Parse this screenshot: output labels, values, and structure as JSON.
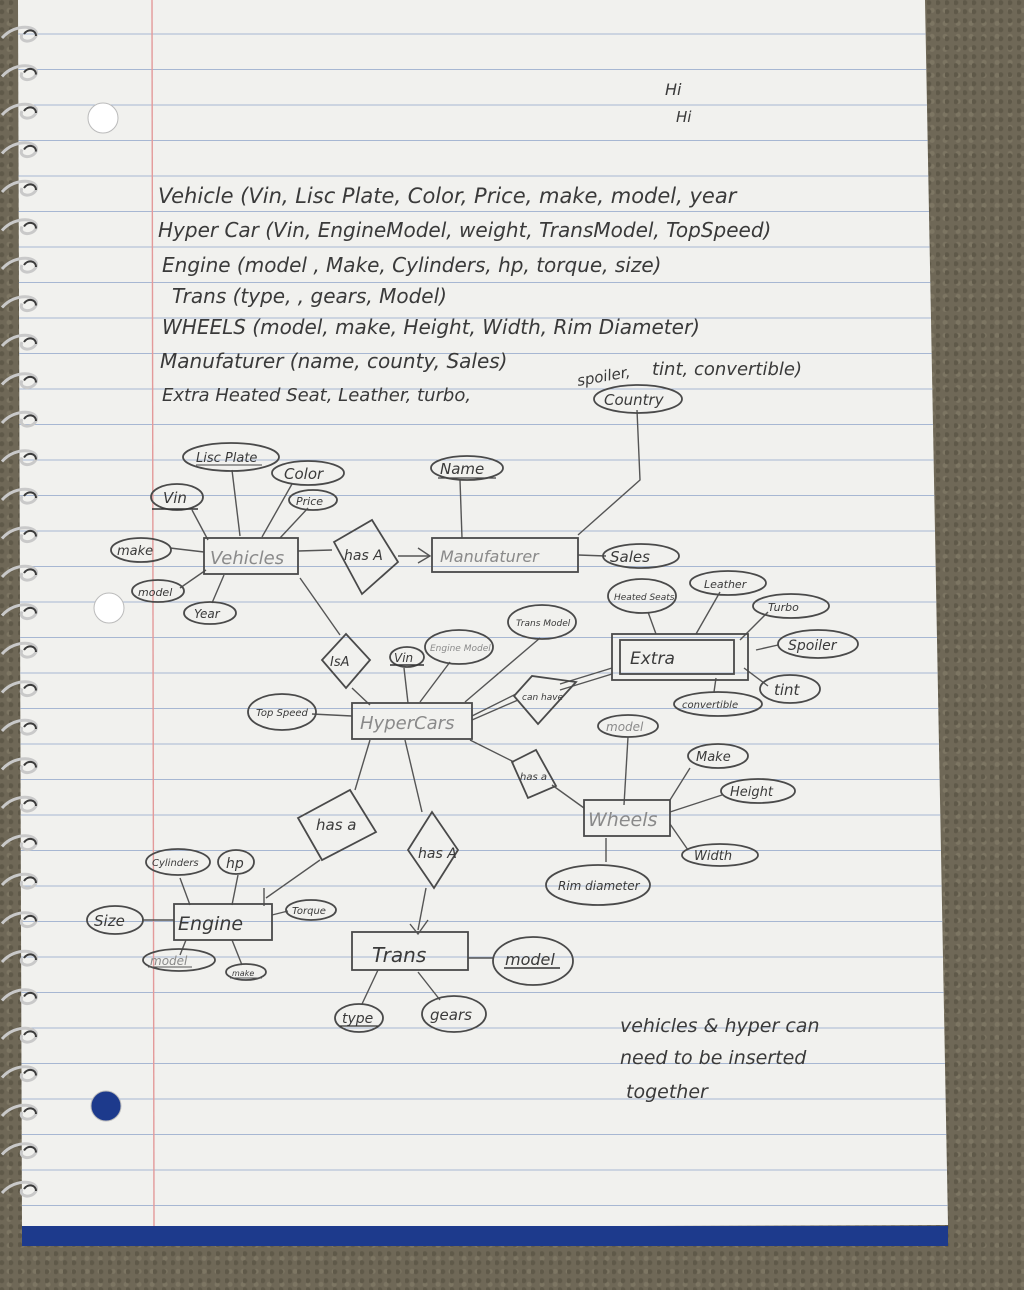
{
  "corner_notes": [
    "Hi",
    "Hi"
  ],
  "schema_lines": [
    "Vehicle (Vin, Lisc Plate, Color, Price, make, model, year",
    "Hyper Car (Vin, EngineModel, weight, TransModel, TopSpeed)",
    "Engine (model , Make, Cylinders, hp, torque, size)",
    "Trans (type, , gears, Model)",
    "WHEELS (model, make, Height, Width, Rim Diameter)",
    "Manufaturer (name, county, Sales)",
    "Extra        Heated Seat, Leather, turbo,"
  ],
  "schema_extra": {
    "spoiler": "spoiler,",
    "rest": "tint, convertible)"
  },
  "entities": {
    "vehicles": "Vehicles",
    "manufacturer": "Manufaturer",
    "hypercars": "HyperCars",
    "extra": "Extra",
    "wheels": "Wheels",
    "engine": "Engine",
    "trans": "Trans"
  },
  "relationships": {
    "vehicles_manufacturer": "has A",
    "vehicles_hyper": "IsA",
    "hyper_extra": "can have",
    "hyper_wheels": "has a",
    "hyper_engine": "has a",
    "hyper_trans": "has A"
  },
  "attributes": {
    "lisc_plate": "Lisc Plate",
    "color": "Color",
    "vin": "Vin",
    "price": "Price",
    "make": "make",
    "model": "model",
    "year": "Year",
    "name": "Name",
    "sales": "Sales",
    "country": "Country",
    "hyper_vin": "Vin",
    "engine_model": "Engine Model",
    "trans_model": "Trans Model",
    "top_speed": "Top Speed",
    "heated_seats": "Heated Seats",
    "leather": "Leather",
    "turbo": "Turbo",
    "spoiler": "Spoiler",
    "tint": "tint",
    "convertible": "convertible",
    "wheels_model": "model",
    "wheels_make": "Make",
    "height": "Height",
    "width": "Width",
    "rim_diameter": "Rim diameter",
    "cylinders": "Cylinders",
    "hp": "hp",
    "size": "Size",
    "torque": "Torque",
    "engine_model_attr": "model",
    "engine_make": "make",
    "trans_model_attr": "model",
    "type": "type",
    "gears": "gears"
  },
  "note_lines": [
    "vehicles & hyper can",
    "need to be inserted",
    "together"
  ]
}
